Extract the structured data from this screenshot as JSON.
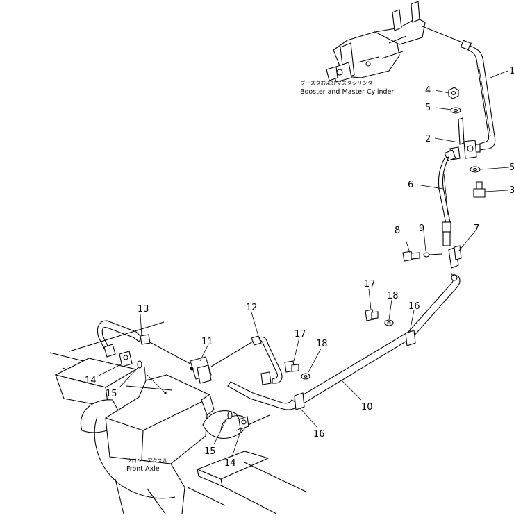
{
  "captions": {
    "booster_jp": "ブースタおよびマスタシリンダ",
    "booster_en": "Booster and Master Cylinder",
    "axle_jp": "フロントアクスル",
    "axle_en": "Front Axle"
  },
  "callouts": {
    "c1": "1",
    "c2": "2",
    "c3": "3",
    "c4": "4",
    "c5a": "5",
    "c5b": "5",
    "c6": "6",
    "c7": "7",
    "c8": "8",
    "c9": "9",
    "c10": "10",
    "c11": "11",
    "c12": "12",
    "c13": "13",
    "c14a": "14",
    "c14b": "14",
    "c15a": "15",
    "c15b": "15",
    "c16a": "16",
    "c16b": "16",
    "c17a": "17",
    "c17b": "17",
    "c18a": "18",
    "c18b": "18"
  }
}
